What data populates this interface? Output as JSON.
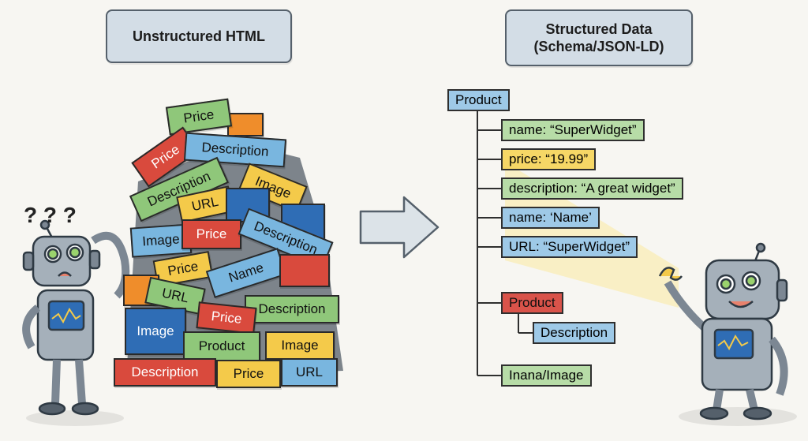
{
  "left_title": "Unstructured HTML",
  "right_title": "Structured Data\n(Schema/JSON-LD)",
  "confused_marks": "? ? ?",
  "pile_labels": {
    "c1": "Price",
    "c2": "Price",
    "c3": "Description",
    "c4": "Description",
    "c5": "Image",
    "c6": "URL",
    "c7": "Image",
    "c8": "Price",
    "c9": "Description",
    "c10": "Price",
    "c11": "Name",
    "c12": "URL",
    "c13": "Description",
    "c14": "Image",
    "c15": "Price",
    "c16": "Product",
    "c17": "Image",
    "c18": "Description",
    "c19": "Price",
    "c20": "URL"
  },
  "tree": {
    "root": "Product",
    "n1": "name: “SuperWidget”",
    "n2": "price: “19.99”",
    "n3": "description: “A great widget”",
    "n4": "name: ‘Name’",
    "n5": "URL: “SuperWidget”",
    "n6": "Product",
    "n7": "Description",
    "n8": "Inana/Image"
  }
}
